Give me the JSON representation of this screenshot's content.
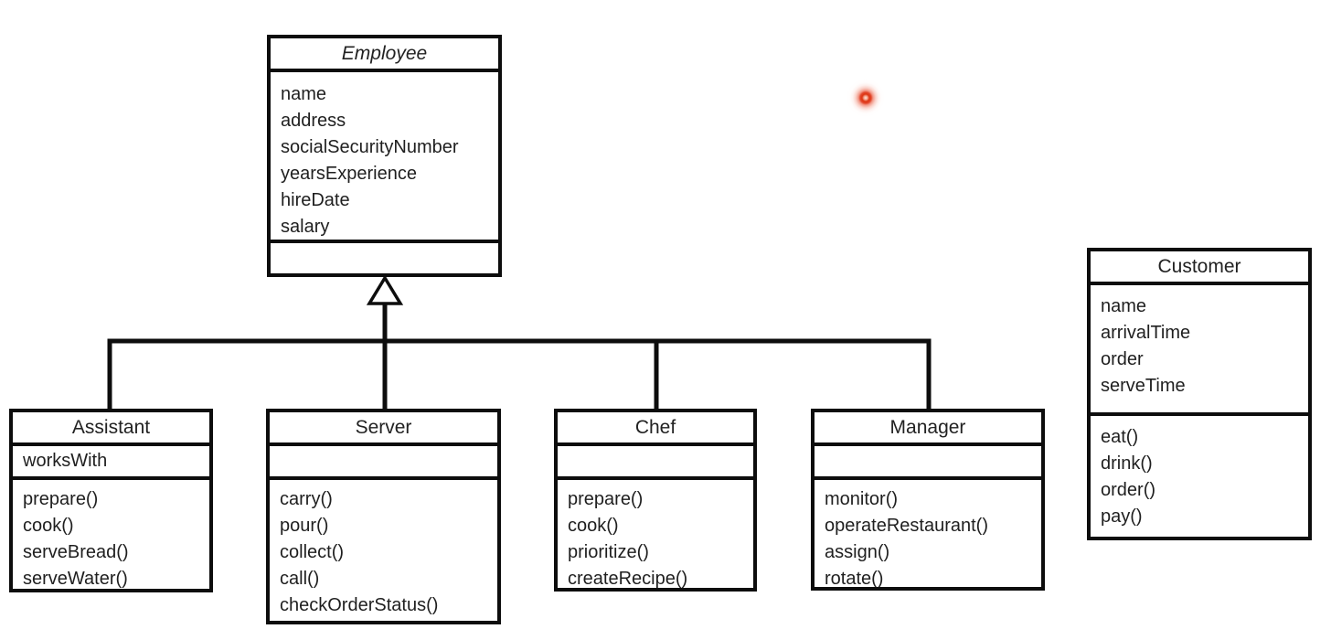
{
  "diagram": {
    "kind": "uml-class-diagram",
    "background_color": "#ffffff",
    "line_color": "#0d0d0d",
    "pointer_dot_color": "#e2462b",
    "classes": [
      {
        "name": "Employee",
        "abstract": true,
        "attributes": [
          "name",
          "address",
          "socialSecurityNumber",
          "yearsExperience",
          "hireDate",
          "salary"
        ],
        "operations": []
      },
      {
        "name": "Assistant",
        "abstract": false,
        "attributes": [
          "worksWith"
        ],
        "operations": [
          "prepare()",
          "cook()",
          "serveBread()",
          "serveWater()"
        ]
      },
      {
        "name": "Server",
        "abstract": false,
        "attributes": [],
        "operations": [
          "carry()",
          "pour()",
          "collect()",
          "call()",
          "checkOrderStatus()"
        ]
      },
      {
        "name": "Chef",
        "abstract": false,
        "attributes": [],
        "operations": [
          "prepare()",
          "cook()",
          "prioritize()",
          "createRecipe()"
        ]
      },
      {
        "name": "Manager",
        "abstract": false,
        "attributes": [],
        "operations": [
          "monitor()",
          "operateRestaurant()",
          "assign()",
          "rotate()"
        ]
      },
      {
        "name": "Customer",
        "abstract": false,
        "attributes": [
          "name",
          "arrivalTime",
          "order",
          "serveTime"
        ],
        "operations": [
          "eat()",
          "drink()",
          "order()",
          "pay()"
        ]
      }
    ],
    "relationships": [
      {
        "type": "generalization",
        "parent": "Employee",
        "children": [
          "Assistant",
          "Server",
          "Chef",
          "Manager"
        ]
      }
    ]
  }
}
